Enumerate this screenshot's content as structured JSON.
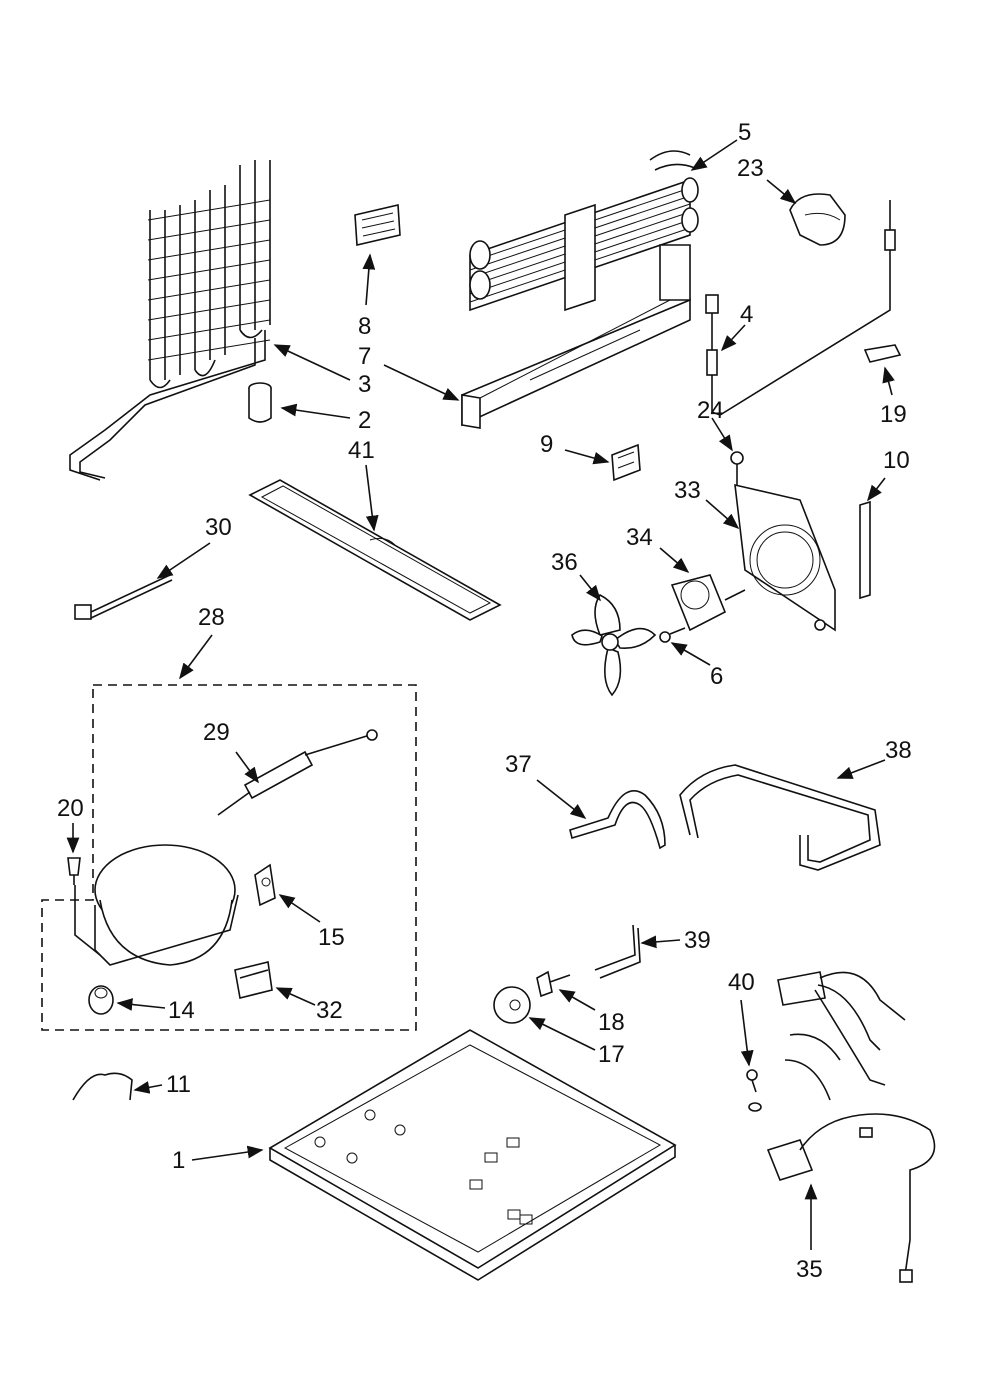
{
  "callouts": {
    "c1": "1",
    "c2": "2",
    "c3": "3",
    "c4": "4",
    "c5": "5",
    "c6": "6",
    "c7": "7",
    "c8": "8",
    "c9": "9",
    "c10": "10",
    "c11": "11",
    "c14": "14",
    "c15": "15",
    "c17": "17",
    "c18": "18",
    "c19": "19",
    "c20": "20",
    "c23": "23",
    "c24": "24",
    "c28": "28",
    "c29": "29",
    "c30": "30",
    "c32": "32",
    "c33": "33",
    "c34": "34",
    "c35": "35",
    "c36": "36",
    "c37": "37",
    "c38": "38",
    "c39": "39",
    "c40": "40",
    "c41": "41"
  }
}
